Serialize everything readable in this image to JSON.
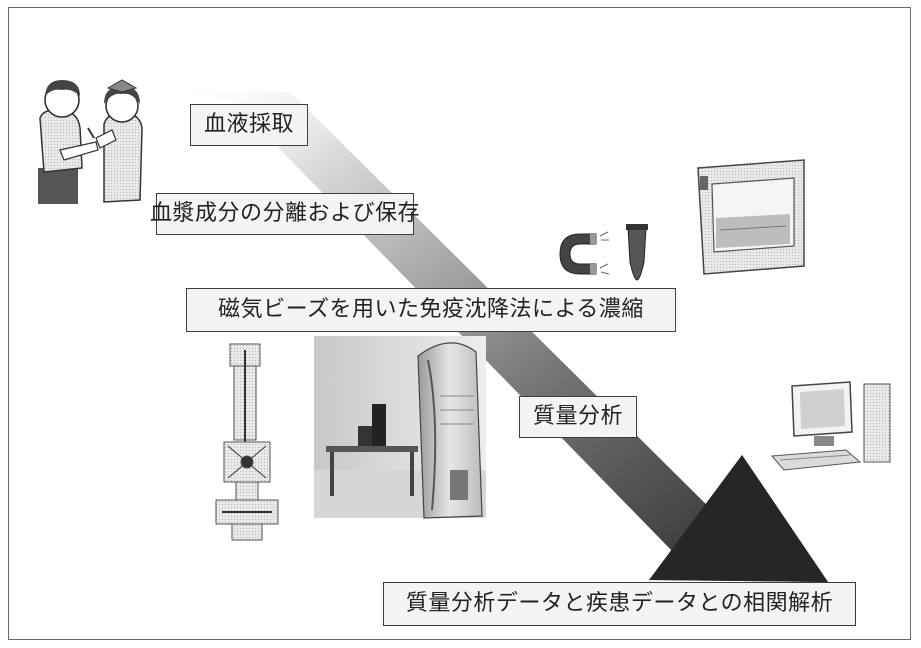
{
  "steps": [
    "血液採取",
    "血漿成分の分離および保存",
    "磁気ビーズを用いた免疫沈降法による濃縮",
    "質量分析",
    "質量分析データと疾患データとの相関解析"
  ]
}
